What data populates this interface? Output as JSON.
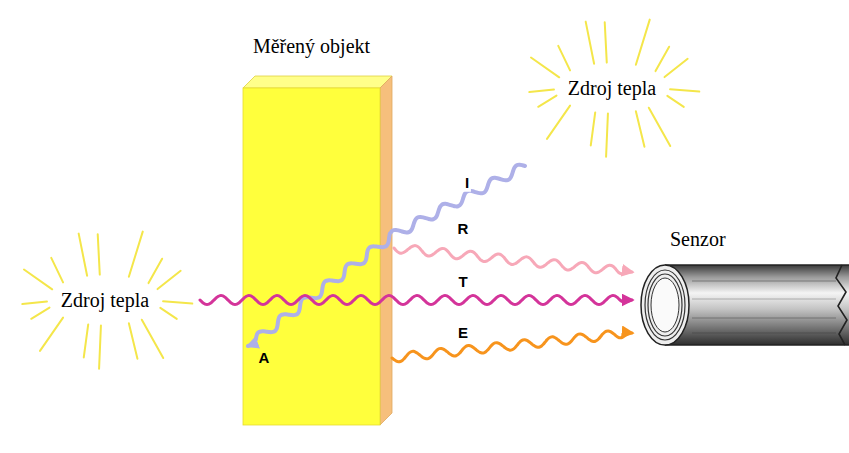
{
  "diagram": {
    "nodes": [
      {
        "text": [
          "Měřený objekt"
        ]
      },
      {
        "text": [
          "Zdroj tepla"
        ]
      },
      {
        "text": [
          "Senzor"
        ]
      },
      {
        "text": [
          "Zdroj tepla"
        ]
      }
    ],
    "edges": [
      {
        "from": 1,
        "to": 0,
        "arrow": "to",
        "label": "I"
      },
      {
        "from": 0,
        "to": 2,
        "arrow": "to",
        "label": "R"
      },
      {
        "from": 3,
        "to": 2,
        "arrow": "to",
        "label": "T"
      },
      {
        "from": 0,
        "to": 2,
        "arrow": "to",
        "label": "E"
      }
    ],
    "labels": [
      "A"
    ]
  }
}
